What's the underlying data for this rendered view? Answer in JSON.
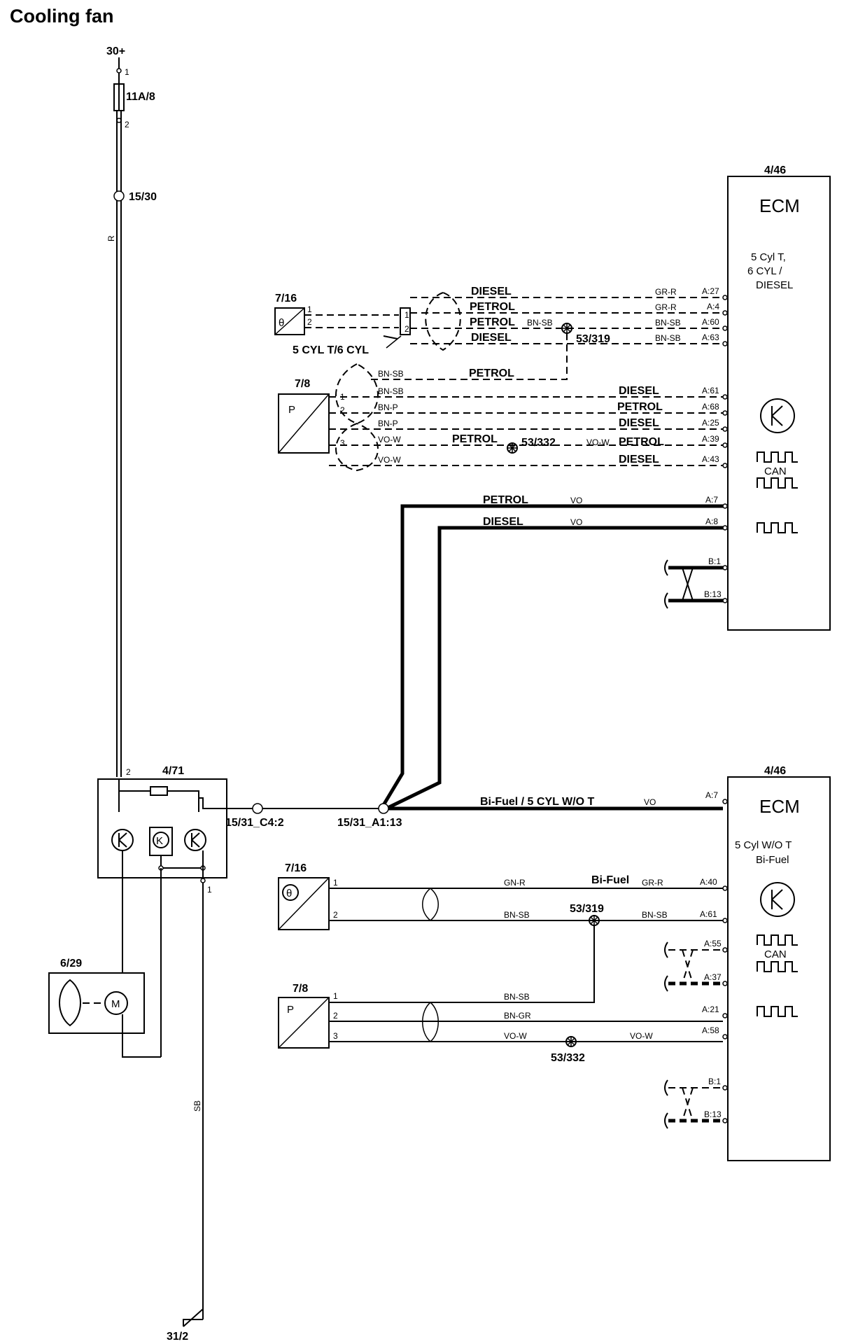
{
  "title": "Cooling fan",
  "top": {
    "supply": "30+",
    "fuse": "11A/8",
    "fuse_pin_top": "1",
    "fuse_pin_bottom": "2",
    "splice": "15/30",
    "wire_color": "R"
  },
  "ecm_upper": {
    "id": "4/46",
    "name": "ECM",
    "variant_line1": "5 Cyl T,",
    "variant_line2": "6 CYL /",
    "variant_line3": "DIESEL",
    "can": "CAN",
    "pins": [
      "A:27",
      "A:4",
      "A:60",
      "A:63",
      "A:61",
      "A:68",
      "A:25",
      "A:39",
      "A:43",
      "A:7",
      "A:8",
      "B:1",
      "B:13"
    ]
  },
  "upper_temp_sensor": {
    "id": "7/16",
    "symbol": "θ",
    "pin1": "1",
    "pin2": "2",
    "connector_pin1": "1",
    "connector_pin2": "2",
    "variant_note": "5 CYL T/6 CYL"
  },
  "upper_signals": [
    {
      "label": "DIESEL",
      "wire": "GR-R"
    },
    {
      "label": "PETROL",
      "wire": "GR-R"
    },
    {
      "label": "PETROL",
      "wire": "BN-SB",
      "wire_right": "BN-SB"
    },
    {
      "label": "DIESEL",
      "wire": "BN-SB"
    }
  ],
  "upper_splice_319": "53/319",
  "upper_pressure_sensor": {
    "id": "7/8",
    "symbol": "P",
    "pins": [
      "1",
      "2",
      "3"
    ]
  },
  "upper_pressure_wires": [
    {
      "wire": "BN-SB",
      "label": "PETROL"
    },
    {
      "wire": "BN-SB",
      "label": "DIESEL"
    },
    {
      "wire": "BN-P",
      "label": "PETROL"
    },
    {
      "wire": "BN-P",
      "label": "DIESEL"
    },
    {
      "wire": "VO-W",
      "label": "PETROL",
      "label_right": "PETROL",
      "wire_right": "VO-W"
    },
    {
      "wire": "VO-W",
      "label": "DIESEL"
    }
  ],
  "upper_splice_332": "53/332",
  "fan_control_wires": [
    {
      "label": "PETROL",
      "wire": "VO"
    },
    {
      "label": "DIESEL",
      "wire": "VO"
    }
  ],
  "fan_module": {
    "id": "4/71",
    "pin2": "2",
    "pin1": "1",
    "relay_symbol": "K",
    "connector_c4": "15/31_C4:2",
    "connector_a1": "15/31_A1:13"
  },
  "bifuel_wire": {
    "label": "Bi-Fuel / 5 CYL W/O T",
    "wire": "VO"
  },
  "ecm_lower": {
    "id": "4/46",
    "name": "ECM",
    "variant_line1": "5 Cyl W/O T",
    "variant_line2": "Bi-Fuel",
    "can": "CAN",
    "pins": [
      "A:7",
      "A:40",
      "A:61",
      "A:55",
      "A:37",
      "A:21",
      "A:58",
      "B:1",
      "B:13"
    ]
  },
  "lower_temp_sensor": {
    "id": "7/16",
    "symbol": "θ",
    "pin1": "1",
    "pin2": "2",
    "wire1": "GN-R",
    "wire1_label": "Bi-Fuel",
    "wire1_right": "GR-R",
    "wire2": "BN-SB",
    "wire2_right": "BN-SB"
  },
  "lower_splice_319": "53/319",
  "lower_pressure_sensor": {
    "id": "7/8",
    "symbol": "P",
    "pins": [
      "1",
      "2",
      "3"
    ],
    "wires": [
      "BN-SB",
      "BN-GR",
      "VO-W"
    ],
    "wire3_right": "VO-W"
  },
  "lower_splice_332": "53/332",
  "fan_motor": {
    "id": "6/29",
    "symbol": "M"
  },
  "ground": {
    "id": "31/2",
    "wire": "SB"
  }
}
